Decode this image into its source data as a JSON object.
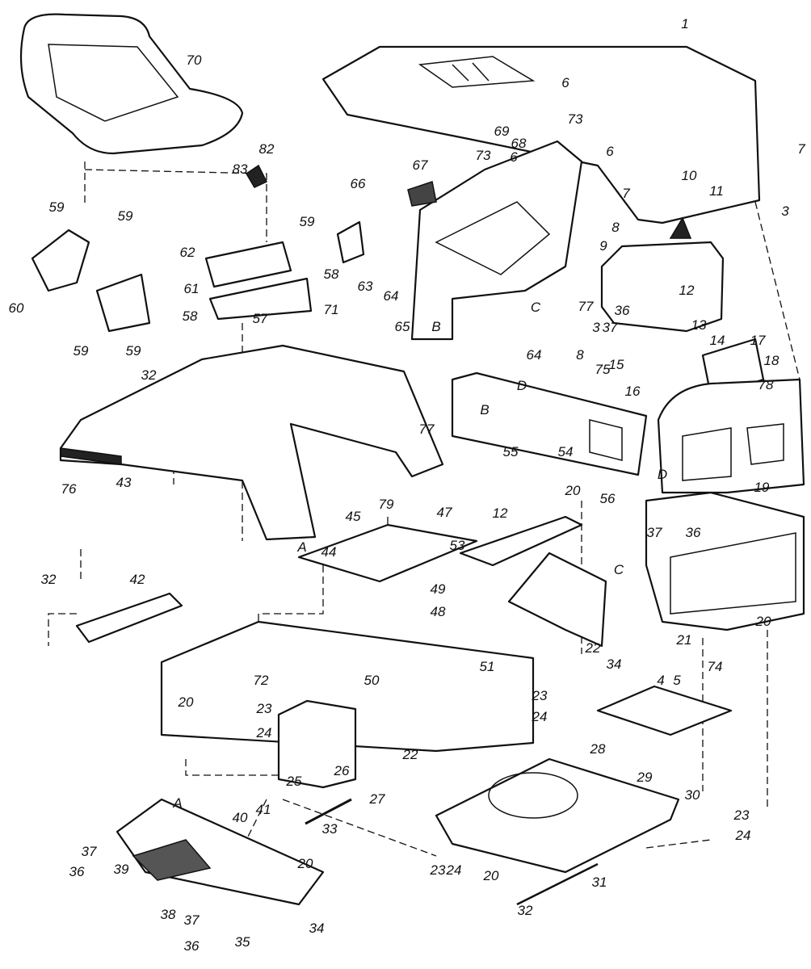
{
  "diagram": {
    "type": "exploded parts diagram",
    "labels": [
      "1",
      "70",
      "6",
      "73",
      "69",
      "73",
      "6",
      "68",
      "82",
      "83",
      "67",
      "66",
      "6",
      "7",
      "3",
      "7",
      "10",
      "11",
      "59",
      "8",
      "9",
      "59",
      "59",
      "62",
      "58",
      "61",
      "71",
      "63",
      "64",
      "65",
      "60",
      "58",
      "57",
      "12",
      "77",
      "36",
      "13",
      "14",
      "17",
      "18",
      "3",
      "37",
      "C",
      "B",
      "8",
      "64",
      "15",
      "78",
      "59",
      "59",
      "32",
      "16",
      "75",
      "D",
      "B",
      "77",
      "55",
      "54",
      "19",
      "76",
      "43",
      "20",
      "56",
      "D",
      "45",
      "79",
      "47",
      "A",
      "44",
      "53",
      "12",
      "37",
      "36",
      "32",
      "42",
      "49",
      "48",
      "C",
      "22",
      "21",
      "20",
      "51",
      "50",
      "72",
      "23",
      "24",
      "20",
      "23",
      "24",
      "34",
      "74",
      "4",
      "5",
      "26",
      "25",
      "27",
      "41",
      "28",
      "29",
      "30",
      "23",
      "24",
      "22",
      "A",
      "40",
      "33",
      "37",
      "36",
      "39",
      "20",
      "20",
      "23",
      "24",
      "31",
      "32",
      "38",
      "37",
      "34",
      "35",
      "36"
    ]
  }
}
